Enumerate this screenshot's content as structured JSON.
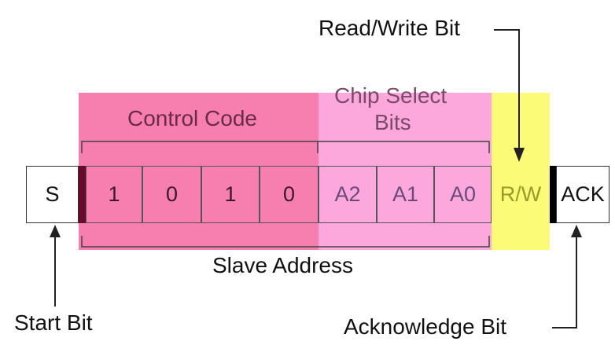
{
  "labels": {
    "read_write_bit": "Read/Write Bit",
    "control_code": "Control Code",
    "chip_select_line1": "Chip Select",
    "chip_select_line2": "Bits",
    "slave_address": "Slave Address",
    "start_bit": "Start Bit",
    "acknowledge_bit": "Acknowledge Bit"
  },
  "cells": {
    "start": "S",
    "control": [
      "1",
      "0",
      "1",
      "0"
    ],
    "chip": [
      "A2",
      "A1",
      "A0"
    ],
    "rw": "R/W",
    "ack": "ACK"
  },
  "colors": {
    "control_zone": "#f77fb0",
    "chip_zone": "#fca8dc",
    "rw_zone": "#fbfb77",
    "start_marker": "#6a0a2a",
    "ack_marker": "#000000"
  }
}
